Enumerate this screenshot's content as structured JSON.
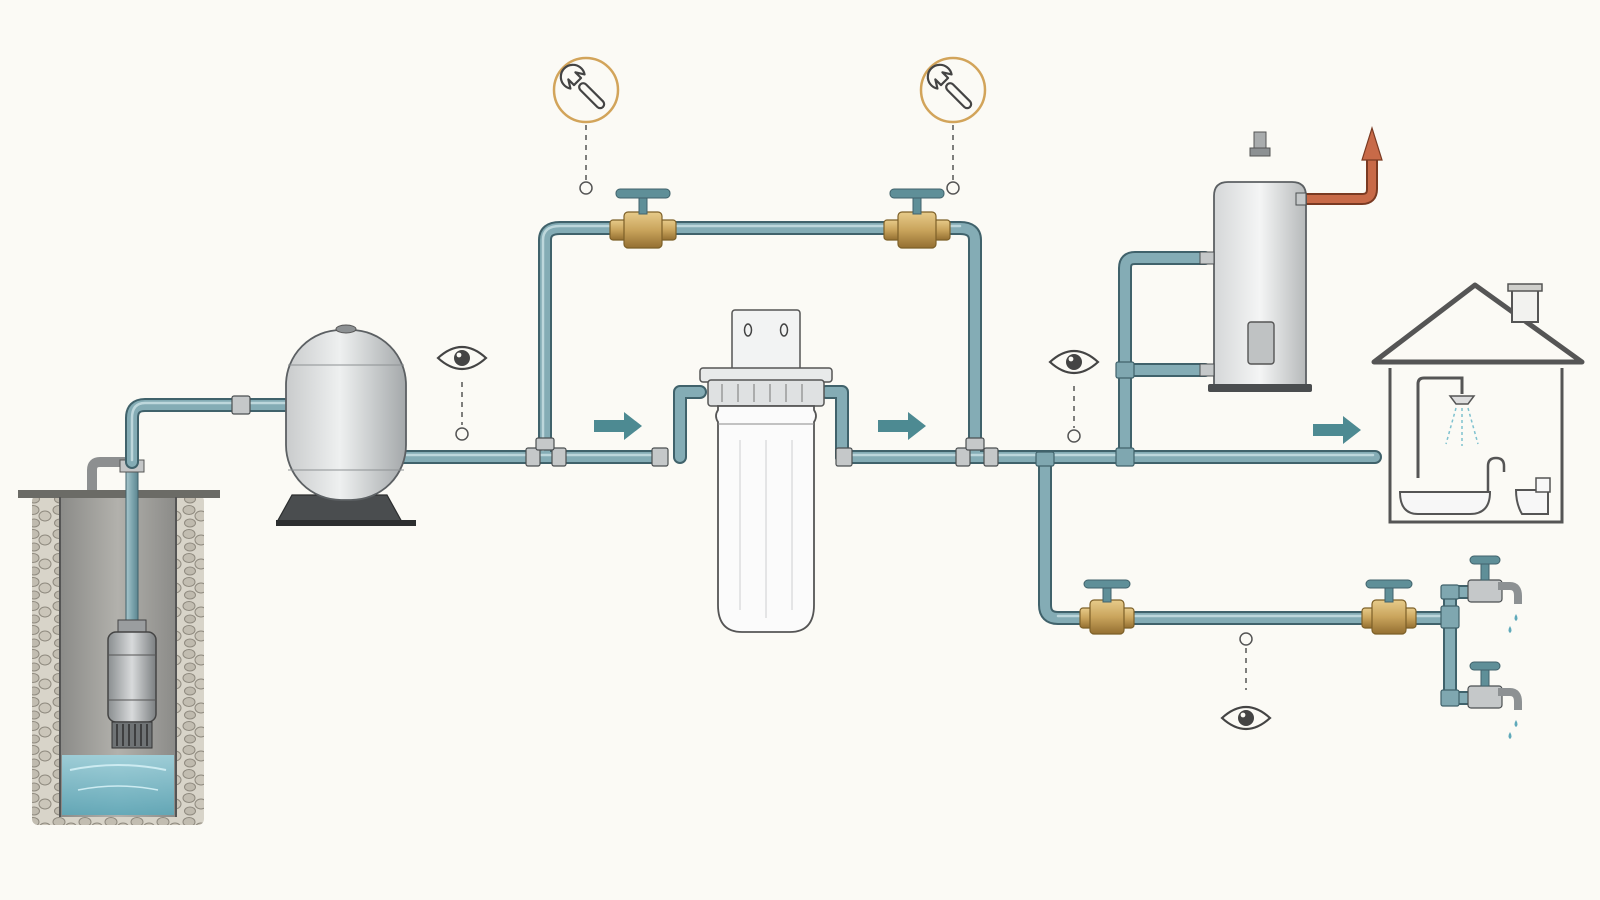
{
  "diagram": {
    "description_free": true,
    "colors": {
      "background": "#fbfaf5",
      "pipe": "#7fa7b0",
      "pipe_dark": "#40626b",
      "brass": "#c9a45c",
      "brass_dark": "#7d6028",
      "valve_handle": "#5f8f98",
      "flow_arrow": "#4d8a92",
      "water": "#7ec1cf",
      "maintenance_ring": "#d2a45a",
      "inspection_eye": "#444444",
      "hot_outlet": "#b8583a",
      "house_outline": "#555555"
    },
    "nodes": [
      {
        "id": "well",
        "icon": "well-icon"
      },
      {
        "id": "submersible-pump",
        "icon": "pump-icon"
      },
      {
        "id": "pressure-tank",
        "icon": "pressure-tank-icon"
      },
      {
        "id": "bypass-valve-inlet",
        "icon": "valve-icon"
      },
      {
        "id": "bypass-valve-outlet",
        "icon": "valve-icon"
      },
      {
        "id": "sediment-filter",
        "icon": "filter-housing-icon"
      },
      {
        "id": "water-heater",
        "icon": "water-heater-icon"
      },
      {
        "id": "house",
        "icon": "house-icon"
      },
      {
        "id": "outdoor-valve-1",
        "icon": "valve-icon"
      },
      {
        "id": "outdoor-valve-2",
        "icon": "valve-icon"
      },
      {
        "id": "hose-bib-upper",
        "icon": "faucet-icon"
      },
      {
        "id": "hose-bib-lower",
        "icon": "faucet-icon"
      }
    ],
    "markers": [
      {
        "id": "maintenance-1",
        "icon": "wrench-icon",
        "target": "bypass-valve-inlet"
      },
      {
        "id": "maintenance-2",
        "icon": "wrench-icon",
        "target": "bypass-valve-outlet"
      },
      {
        "id": "inspection-1",
        "icon": "eye-icon",
        "target": "main-line-before-filter"
      },
      {
        "id": "inspection-2",
        "icon": "eye-icon",
        "target": "main-line-after-filter"
      },
      {
        "id": "inspection-3",
        "icon": "eye-icon",
        "target": "outdoor-branch"
      }
    ],
    "flow_arrows": [
      {
        "id": "flow-1",
        "icon": "arrow-right-icon"
      },
      {
        "id": "flow-2",
        "icon": "arrow-right-icon"
      },
      {
        "id": "flow-3",
        "icon": "arrow-right-icon"
      },
      {
        "id": "vent",
        "icon": "arrow-up-icon"
      }
    ]
  }
}
